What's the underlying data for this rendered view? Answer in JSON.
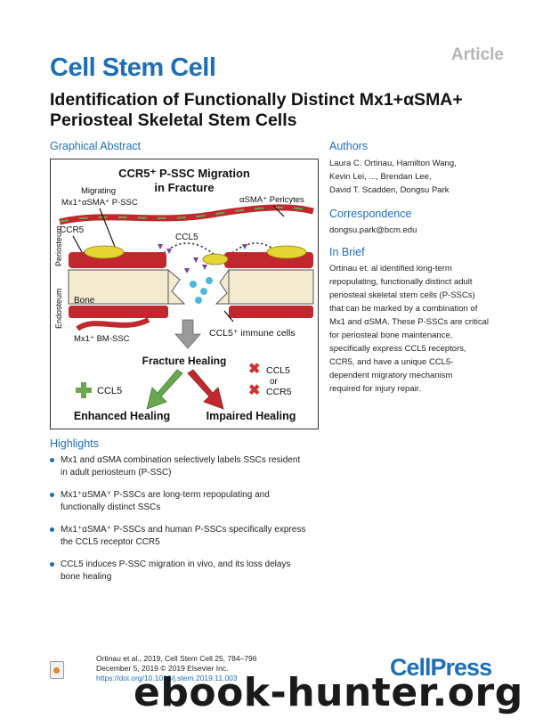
{
  "header": {
    "article_tag": "Article",
    "journal": "Cell Stem Cell",
    "title": "Identification of Functionally Distinct Mx1+αSMA+ Periosteal Skeletal Stem Cells"
  },
  "graphical_abstract": {
    "heading": "Graphical Abstract",
    "title_line1": "CCR5⁺ P-SSC Migration",
    "title_line2": "in Fracture",
    "migrating_line1": "Migrating",
    "migrating_line2": "Mx1⁺αSMA⁺ P-SSC",
    "pericytes": "αSMA⁺ Pericytes",
    "ccr5": "CCR5",
    "ccl5_top": "CCL5",
    "periosteum": "Periosteum",
    "endosteum": "Endosteum",
    "bone": "Bone",
    "bm_ssc": "Mx1⁺ BM-SSC",
    "immune_cells": "CCL5⁺ immune cells",
    "fracture_healing": "Fracture Healing",
    "plus_ccl5": "CCL5",
    "x_ccl5": "CCL5",
    "or": "or",
    "x_ccr5": "CCR5",
    "enhanced": "Enhanced Healing",
    "impaired": "Impaired Healing",
    "colors": {
      "red_bone": "#c0282d",
      "cream": "#f3ead0",
      "green": "#6aa84f",
      "yellow": "#e6d634",
      "purple": "#7b3fa0",
      "cyan": "#52b7d6"
    }
  },
  "authors": {
    "heading": "Authors",
    "line1": "Laura C. Ortinau, Hamilton Wang,",
    "line2": "Kevin Lei, ..., Brendan Lee,",
    "line3": "David T. Scadden, Dongsu Park"
  },
  "correspondence": {
    "heading": "Correspondence",
    "email": "dongsu.park@bcm.edu"
  },
  "in_brief": {
    "heading": "In Brief",
    "lines": [
      "Ortinau et. al identified long-term",
      "repopulating, functionally distinct adult",
      "periosteal skeletal stem cells (P-SSCs)",
      "that can be marked by a combination of",
      "Mx1 and αSMA. These P-SSCs are critical",
      "for periosteal bone maintenance,",
      "specifically express CCL5 receptors,",
      "CCR5, and have a unique CCL5-",
      "dependent migratory mechanism",
      "required for injury repair."
    ]
  },
  "highlights": {
    "heading": "Highlights",
    "items": [
      {
        "l1": "Mx1 and αSMA combination selectively labels SSCs resident",
        "l2": "in adult periosteum (P-SSC)"
      },
      {
        "l1": "Mx1⁺αSMA⁺ P-SSCs are long-term repopulating and",
        "l2": "functionally distinct SSCs"
      },
      {
        "l1": "Mx1⁺αSMA⁺ P-SSCs and human P-SSCs specifically express",
        "l2": "the CCL5 receptor CCR5"
      },
      {
        "l1": "CCL5 induces P-SSC migration in vivo, and its loss delays",
        "l2": "bone healing"
      }
    ]
  },
  "footer": {
    "line1": "Ortinau et al., 2019, Cell Stem Cell 25, 784–796",
    "line2": "December 5, 2019 © 2019 Elsevier Inc.",
    "doi": "https://doi.org/10.1016/j.stem.2019.11.003",
    "publisher": "CellPress"
  },
  "watermark": "ebook-hunter.org"
}
